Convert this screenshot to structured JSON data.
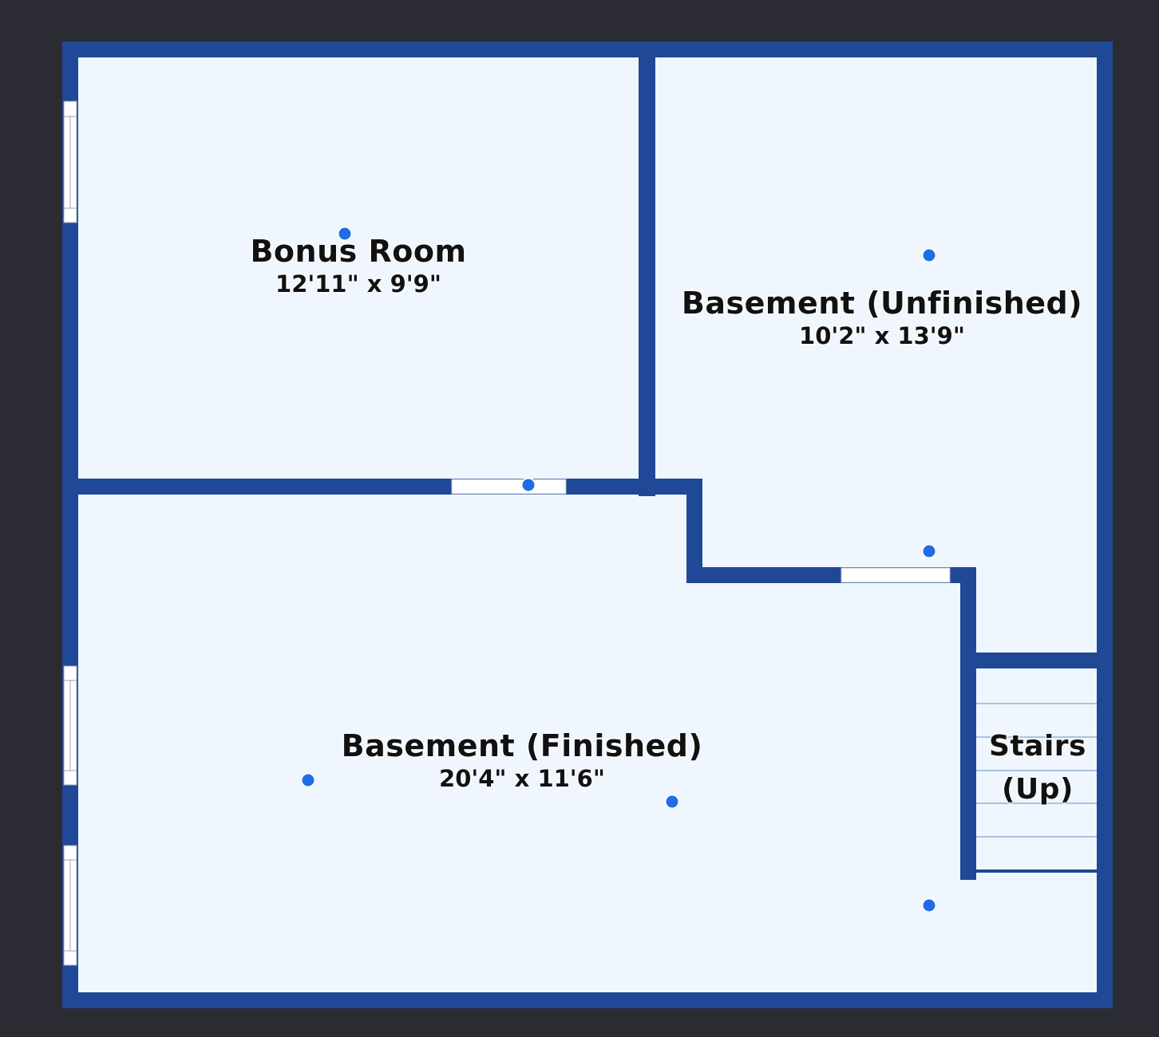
{
  "colors": {
    "background": "#2a2b33",
    "floor": "#f0f6fe",
    "wall": "#1f4896",
    "marker": "#1f6de6",
    "stair_tread": "#8fb0d8",
    "opening": "#ffffff"
  },
  "rooms": [
    {
      "name": "Bonus Room",
      "dimensions": "12'11\" x 9'9\""
    },
    {
      "name": "Basement (Unfinished)",
      "dimensions": "10'2\" x 13'9\""
    },
    {
      "name": "Basement (Finished)",
      "dimensions": "20'4\" x 11'6\""
    },
    {
      "name": "Stairs",
      "dimensions": "(Up)"
    }
  ],
  "icons": {
    "marker": "location-dot-icon"
  }
}
